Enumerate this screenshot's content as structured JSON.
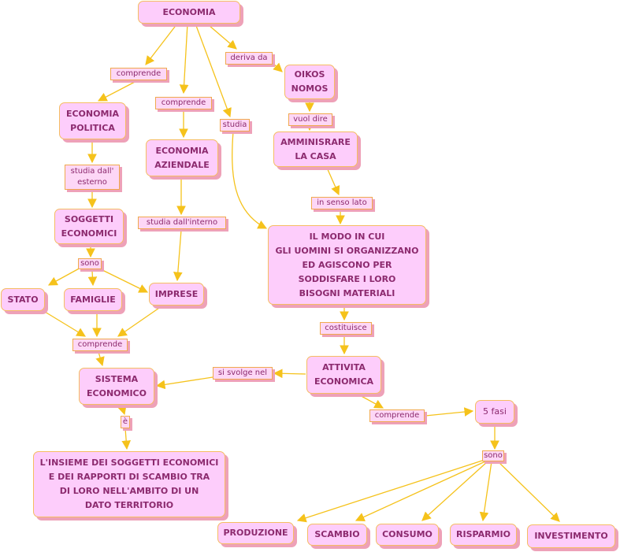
{
  "nodes": {
    "economia": "ECONOMIA",
    "economia_politica": "ECONOMIA\nPOLITICA",
    "economia_aziendale": "ECONOMIA\nAZIENDALE",
    "oikos_nomos": "OIKOS\nNOMOS",
    "amministrare": "AMMINISRARE\nLA CASA",
    "il_modo": "IL MODO IN CUI\nGLI UOMINI SI ORGANIZZANO\nED AGISCONO PER\nSODDISFARE I LORO\nBISOGNI MATERIALI",
    "soggetti_economici": "SOGGETTI\nECONOMICI",
    "stato": "STATO",
    "famiglie": "FAMIGLIE",
    "imprese": "IMPRESE",
    "sistema_economico": "SISTEMA\nECONOMICO",
    "attivita_economica": "ATTIVITA\nECONOMICA",
    "insieme": "L'INSIEME DEI SOGGETTI ECONOMICI\nE DEI RAPPORTI DI SCAMBIO TRA\nDI LORO NELL'AMBITO DI UN\nDATO TERRITORIO",
    "cinque_fasi": "5 fasi",
    "produzione": "PRODUZIONE",
    "scambio": "SCAMBIO",
    "consumo": "CONSUMO",
    "risparmio": "RISPARMIO",
    "investimento": "INVESTIMENTO"
  },
  "links": {
    "comprende_1": "comprende",
    "comprende_2": "comprende",
    "studia": "studia",
    "deriva_da": "deriva da",
    "vuol_dire": "vuol dire",
    "in_senso_lato": "in senso lato",
    "costituisce": "costituisce",
    "si_svolge_nel": "si svolge nel",
    "e": "è",
    "studia_dall_esterno": "studia dall'\nesterno",
    "studia_dall_interno": "studia dall'interno",
    "sono_1": "sono",
    "comprende_3": "comprende",
    "comprende_4": "comprende",
    "sono_2": "sono"
  },
  "colors": {
    "node_fill": "#fdcdfb",
    "border": "#f5bd62",
    "shadow": "#eea1b8",
    "text": "#8c2a6e",
    "arrow": "#f5c21b"
  }
}
